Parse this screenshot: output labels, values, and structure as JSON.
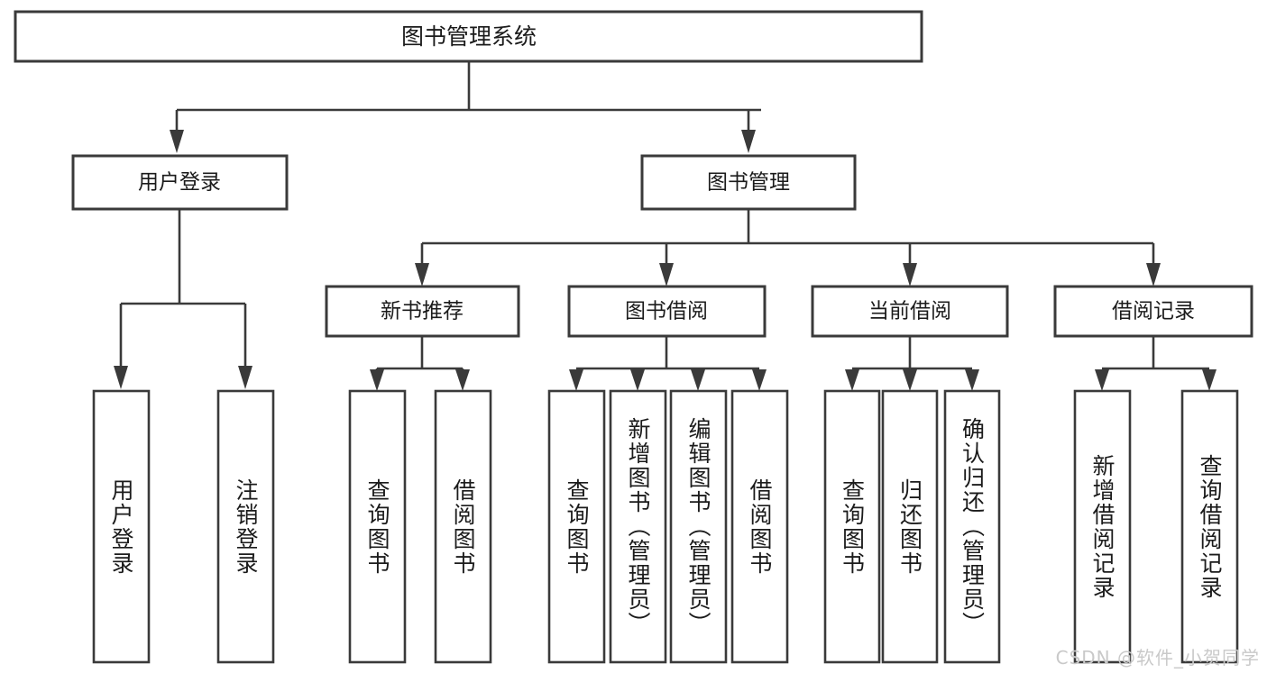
{
  "diagram": {
    "type": "hierarchy-tree",
    "title": "图书管理系统",
    "background_color": "#ffffff",
    "line_color": "#3a3a3a",
    "text_color": "#1b1b1b",
    "levels": 4
  },
  "root": {
    "label": "图书管理系统"
  },
  "level2": [
    {
      "label": "用户登录"
    },
    {
      "label": "图书管理"
    }
  ],
  "level3": [
    {
      "label": "新书推荐"
    },
    {
      "label": "图书借阅"
    },
    {
      "label": "当前借阅"
    },
    {
      "label": "借阅记录"
    }
  ],
  "leaves": {
    "user_login": [
      {
        "label": "用户登录"
      },
      {
        "label": "注销登录"
      }
    ],
    "new_book_recommend": [
      {
        "label": "查询图书"
      },
      {
        "label": "借阅图书"
      }
    ],
    "book_borrow": [
      {
        "label": "查询图书"
      },
      {
        "label": "新增图书（管理员）"
      },
      {
        "label": "编辑图书（管理员）"
      },
      {
        "label": "借阅图书"
      }
    ],
    "current_borrow": [
      {
        "label": "查询图书"
      },
      {
        "label": "归还图书"
      },
      {
        "label": "确认归还（管理员）"
      }
    ],
    "borrow_record": [
      {
        "label": "新增借阅记录"
      },
      {
        "label": "查询借阅记录"
      }
    ]
  },
  "watermark": {
    "text": "CSDN @软件_小贺同学",
    "color": "#c9c9c9"
  }
}
